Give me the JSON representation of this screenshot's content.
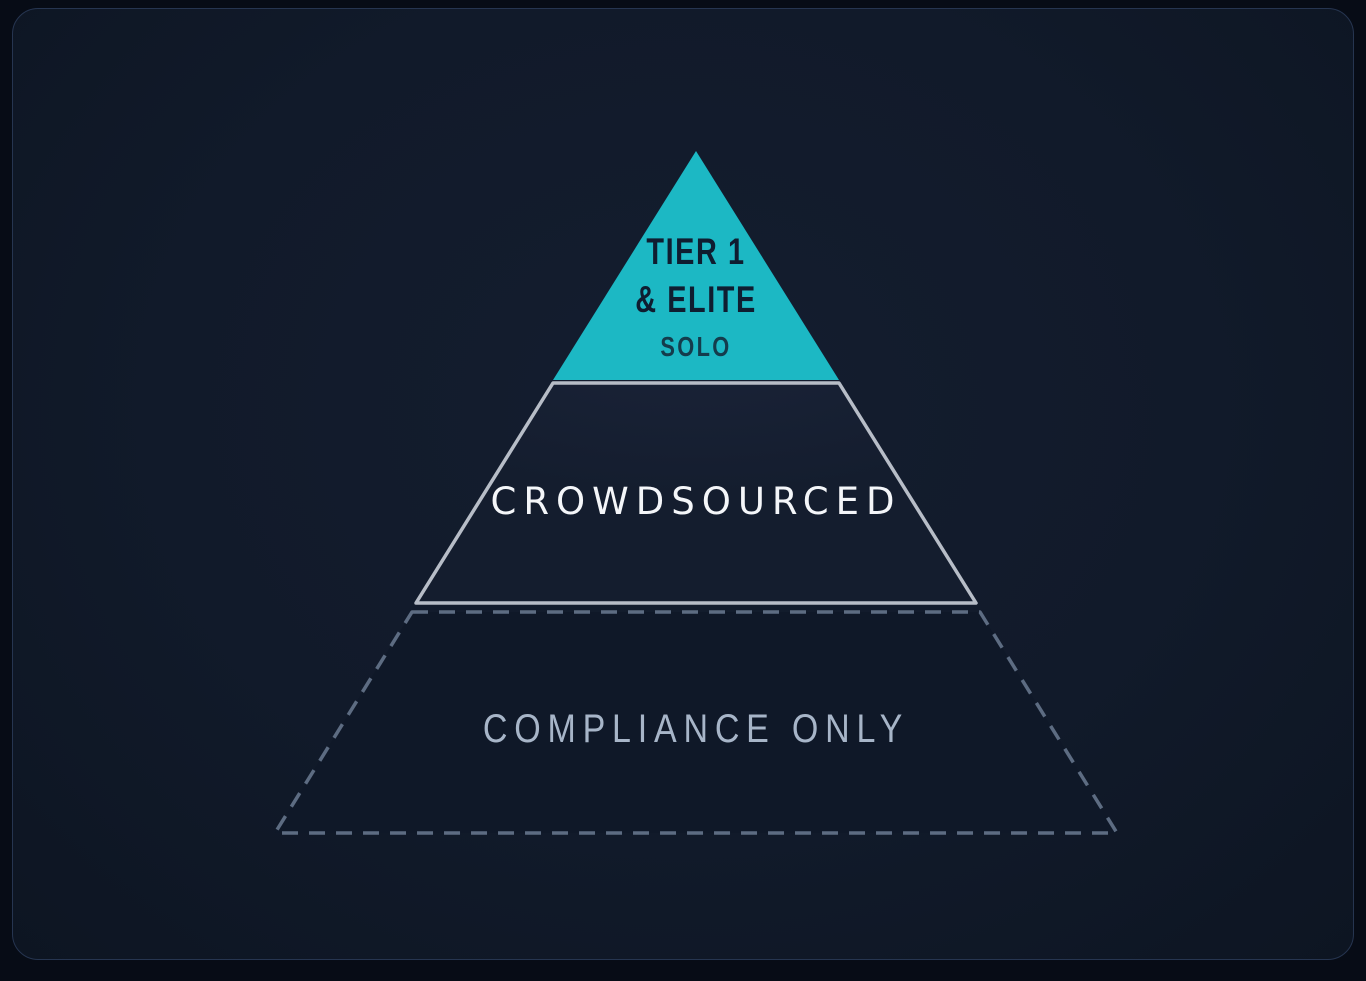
{
  "diagram": {
    "type": "pyramid",
    "panel": {
      "background_color": "#111a2a",
      "border_color": "#263550"
    },
    "tiers": {
      "top": {
        "label_line1": "TIER 1",
        "label_line2": "& ELITE",
        "sublabel": "SOLO",
        "fill": "#1cb8c4",
        "label_color": "#0f1d30",
        "sublabel_color": "#143c4c",
        "border_style": "none"
      },
      "middle": {
        "label": "CROWDSOURCED",
        "fill_top": "#1a2338",
        "fill_bottom": "#141d2e",
        "label_color": "#f4f6f9",
        "border_color": "#b7bdc7",
        "border_style": "solid"
      },
      "bottom": {
        "label": "COMPLIANCE ONLY",
        "fill": "#0f1828",
        "label_color": "#a7b5c8",
        "border_color": "#5d6c82",
        "border_style": "dashed"
      }
    }
  }
}
